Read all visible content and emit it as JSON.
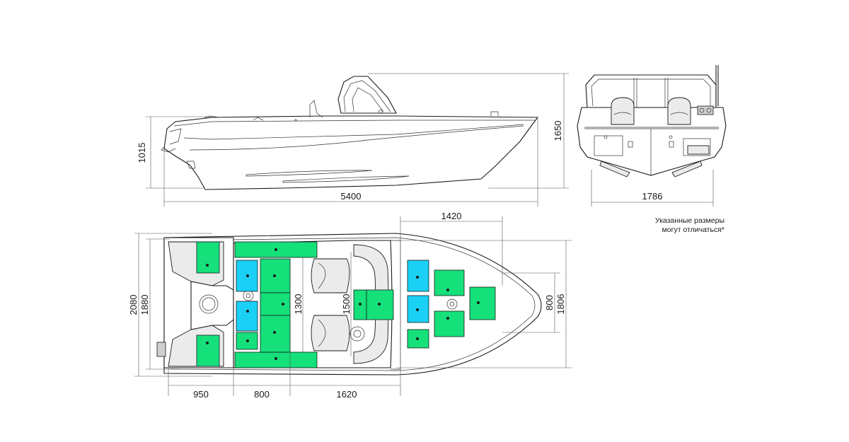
{
  "dimensions": {
    "length": "5400",
    "side_height_bow": "1015",
    "side_height_total": "1650",
    "width_rear_view": "1786",
    "top_width_total": "2080",
    "top_width_inner": "1880",
    "top_width_bow": "1806",
    "bow_inner": "800",
    "cockpit_1300": "1300",
    "cockpit_1500": "1500",
    "bow_deck_length": "1420",
    "stern_950": "950",
    "seat_800": "800",
    "cockpit_1620": "1620"
  },
  "note": {
    "line1": "Указанные размеры",
    "line2": "могут отличаться*"
  },
  "colors": {
    "green": "#15e07a",
    "blue": "#1ad0f5",
    "line": "#1a1a1a"
  }
}
